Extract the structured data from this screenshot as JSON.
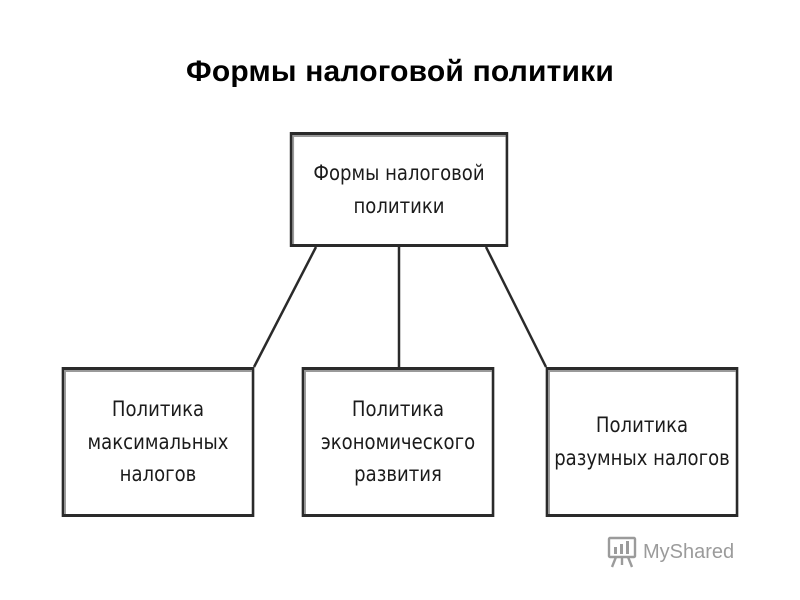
{
  "title": "Формы налоговой политики",
  "diagram": {
    "root": {
      "line1": "Формы налоговой политики"
    },
    "children": [
      {
        "line1": "Политика",
        "line2": "максимальных налогов"
      },
      {
        "line1": "Политика",
        "line2": "экономического развития"
      },
      {
        "line1": "Политика",
        "line2": "разумных налогов"
      }
    ]
  },
  "watermark": {
    "text": "MyShared",
    "icon": "presentation-board-icon"
  },
  "colors": {
    "border": "#2a2a2a",
    "text": "#1b1b1b",
    "watermark": "#8a8a8a"
  }
}
